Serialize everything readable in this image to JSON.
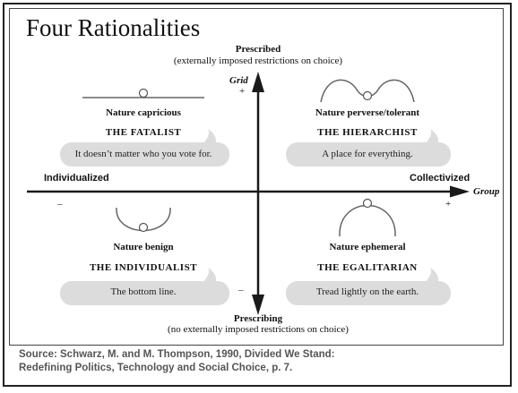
{
  "title": "Four Rationalities",
  "vertical_axis": {
    "name": "Grid",
    "top": {
      "label": "Prescribed",
      "sublabel": "(externally imposed restrictions on choice)",
      "sign": "+"
    },
    "bottom": {
      "label": "Prescribing",
      "sublabel": "(no externally imposed restrictions on choice)",
      "sign": "–"
    }
  },
  "horizontal_axis": {
    "name": "Group",
    "left": {
      "label": "Individualized",
      "sign": "–"
    },
    "right": {
      "label": "Collectivized",
      "sign": "+"
    }
  },
  "quadrants": {
    "top_left": {
      "nature": "Nature capricious",
      "type": "THE FATALIST",
      "quote": "It doesn’t matter who you vote for."
    },
    "top_right": {
      "nature": "Nature perverse/tolerant",
      "type": "THE HIERARCHIST",
      "quote": "A place for everything."
    },
    "bottom_left": {
      "nature": "Nature benign",
      "type": "THE INDIVIDUALIST",
      "quote": "The bottom line."
    },
    "bottom_right": {
      "nature": "Nature ephemeral",
      "type": "THE EGALITARIAN",
      "quote": "Tread lightly on the earth."
    }
  },
  "source": {
    "line1": "Source: Schwarz, M. and M. Thompson, 1990, Divided We Stand:",
    "line2": "Redefining Politics, Technology and Social Choice, p. 7."
  },
  "colors": {
    "bubble": "#dcdcdc",
    "axis": "#1a1a1a",
    "curve": "#666666"
  }
}
